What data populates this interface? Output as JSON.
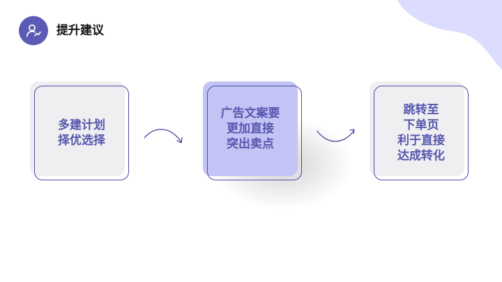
{
  "header": {
    "title": "提升建议",
    "icon": "user-growth-icon"
  },
  "steps": [
    {
      "text": "多建计划\n择优选择"
    },
    {
      "text": "广告文案要\n更加直接\n突出卖点"
    },
    {
      "text": "跳转至\n下单页\n利于直接\n达成转化"
    }
  ],
  "colors": {
    "accent": "#5b5bb6",
    "accent_light": "#c3c3f5",
    "card_gray": "#efeff1",
    "blob": "#dcdcff",
    "text": "#5757ae"
  }
}
